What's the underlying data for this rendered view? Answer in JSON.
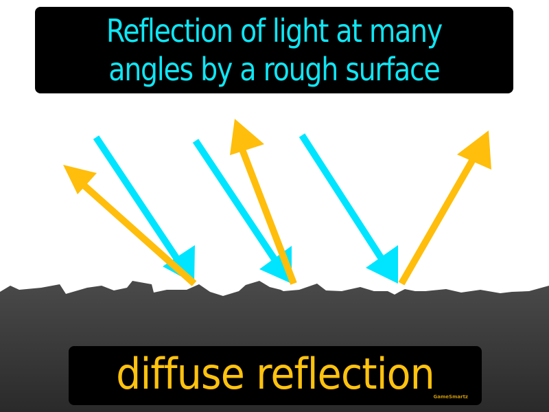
{
  "definition": {
    "line1": "Reflection of light at many",
    "line2": "angles by a rough surface",
    "text_color": "#0ee6f5",
    "box_color": "#000000"
  },
  "term": {
    "label": "diffuse reflection",
    "text_color": "#ffc20e"
  },
  "brand": {
    "label": "GameSmartz"
  },
  "diagram": {
    "incident_ray_color": "#00e5ff",
    "reflected_ray_color": "#ffbe0b",
    "surface_color": "#3e3e3e",
    "rays": [
      {
        "incident_from": [
          140,
          200
        ],
        "hit": [
          283,
          413
        ],
        "reflected_to": [
          92,
          240
        ]
      },
      {
        "incident_from": [
          285,
          205
        ],
        "hit": [
          428,
          413
        ],
        "reflected_to": [
          342,
          173
        ]
      },
      {
        "incident_from": [
          440,
          197
        ],
        "hit": [
          580,
          413
        ],
        "reflected_to": [
          712,
          190
        ]
      }
    ]
  }
}
